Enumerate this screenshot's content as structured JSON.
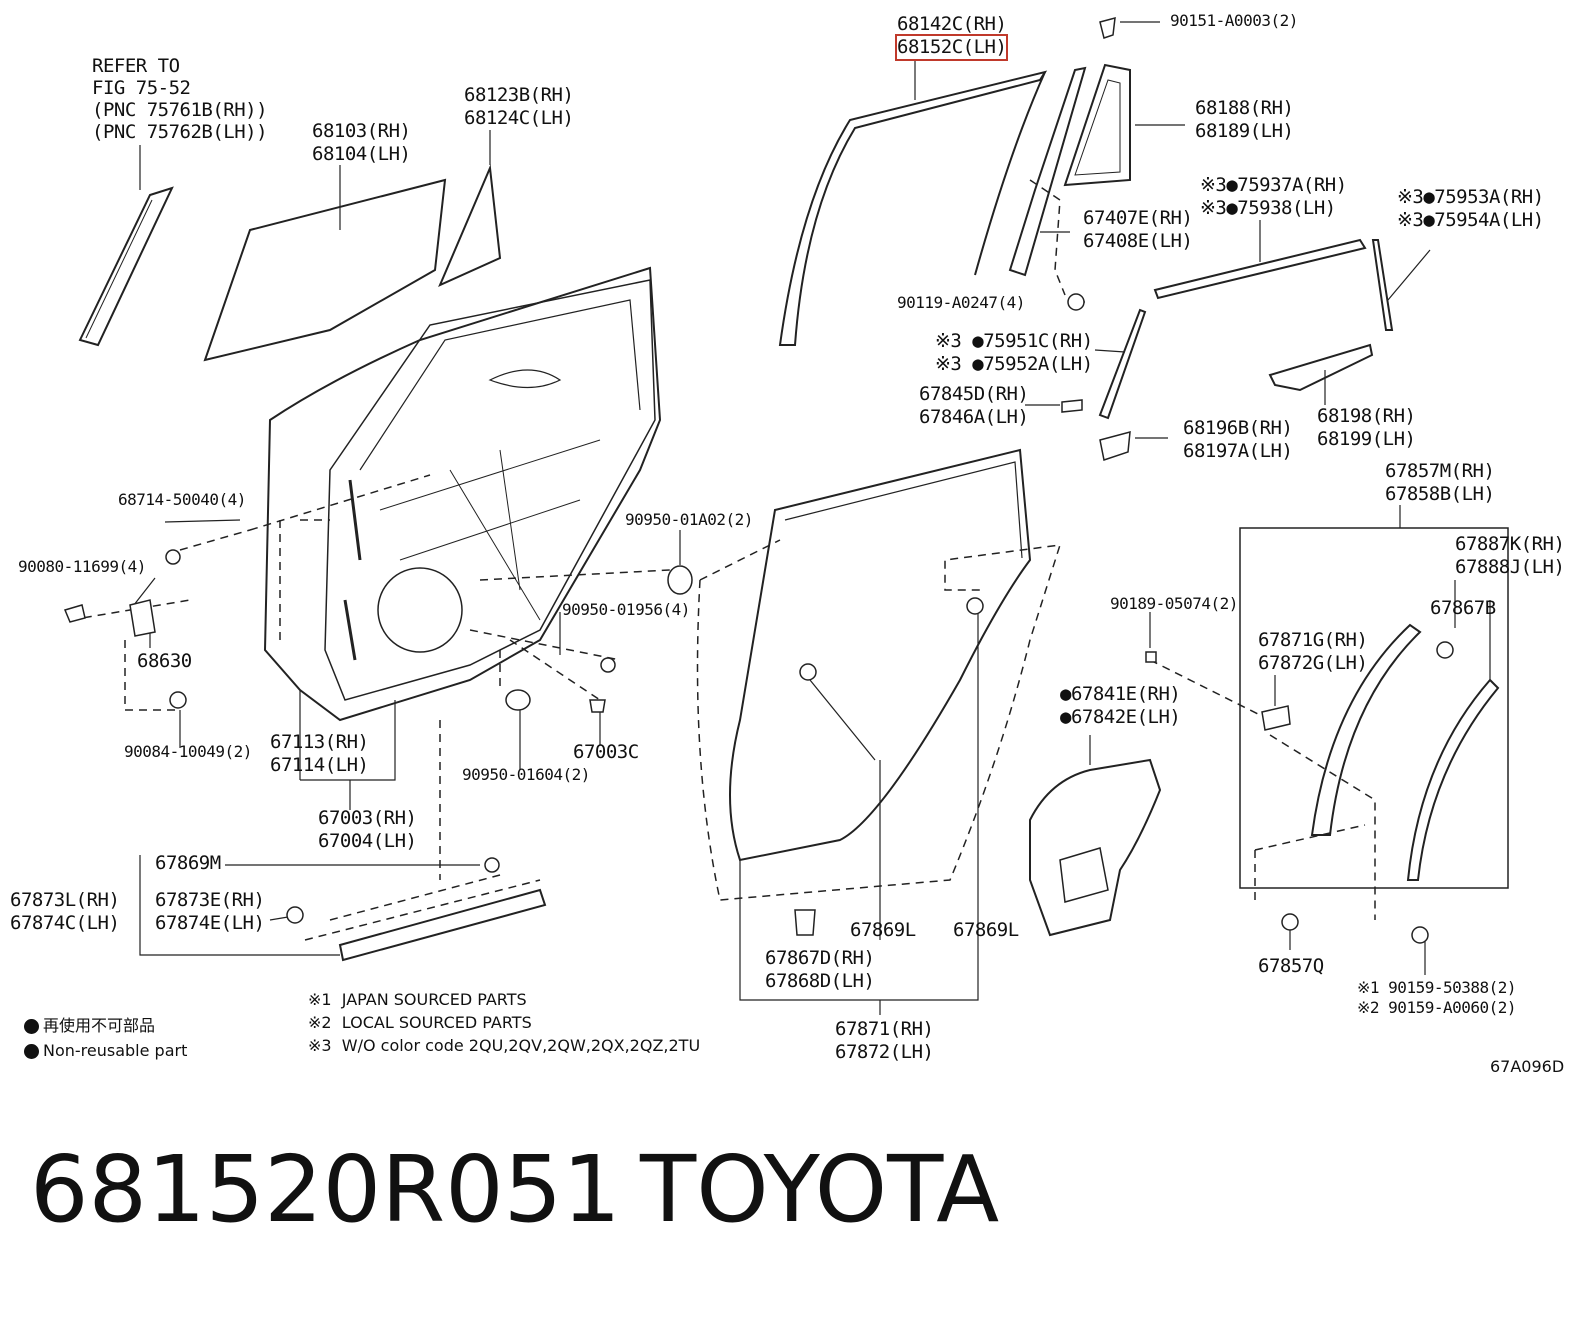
{
  "labels": {
    "refer_to": "REFER TO",
    "refer_fig": "FIG 75-52",
    "refer_pnc_rh": "(PNC 75761B(RH))",
    "refer_pnc_lh": "(PNC 75762B(LH))",
    "p68103": "68103(RH)",
    "p68104": "68104(LH)",
    "p68123": "68123B(RH)",
    "p68124": "68124C(LH)",
    "p68142": "68142C(RH)",
    "p68152": "68152C(LH)",
    "p90151": "90151-A0003(2)",
    "p68188": "68188(RH)",
    "p68189": "68189(LH)",
    "p67407": "67407E(RH)",
    "p67408": "67408E(LH)",
    "p90119": "90119-A0247(4)",
    "p75937": "※3●75937A(RH)",
    "p75938": "※3●75938(LH)",
    "p75953": "※3●75953A(RH)",
    "p75954": "※3●75954A(LH)",
    "p75951": "※3 ●75951C(RH)",
    "p75952": "※3 ●75952A(LH)",
    "p67845": "67845D(RH)",
    "p67846": "67846A(LH)",
    "p68196": "68196B(RH)",
    "p68197": "68197A(LH)",
    "p68198": "68198(RH)",
    "p68199": "68199(LH)",
    "p67857m": "67857M(RH)",
    "p67858": "67858B(LH)",
    "p67887": "67887K(RH)",
    "p67888": "67888J(LH)",
    "p67867b": "67867B",
    "p90189": "90189-05074(2)",
    "p67871g": "67871G(RH)",
    "p67872g": "67872G(LH)",
    "p67841": "●67841E(RH)",
    "p67842": "●67842E(LH)",
    "p68714": "68714-50040(4)",
    "p90080": "90080-11699(4)",
    "p68630": "68630",
    "p90084": "90084-10049(2)",
    "p90950a": "90950-01A02(2)",
    "p90950b": "90950-01956(4)",
    "p90950c": "90950-01604(2)",
    "p67003c": "67003C",
    "p67113": "67113(RH)",
    "p67114": "67114(LH)",
    "p67003": "67003(RH)",
    "p67004": "67004(LH)",
    "p67869m": "67869M",
    "p67873l": "67873L(RH)",
    "p67874c": "67874C(LH)",
    "p67873e": "67873E(RH)",
    "p67874e": "67874E(LH)",
    "p67869l_a": "67869L",
    "p67869l_b": "67869L",
    "p67867d": "67867D(RH)",
    "p67868d": "67868D(LH)",
    "p67871": "67871(RH)",
    "p67872": "67872(LH)",
    "p67857q": "67857Q",
    "p90159a": "※1 90159-50388(2)",
    "p90159b": "※2 90159-A0060(2)"
  },
  "notes": {
    "n1": "※1  JAPAN SOURCED PARTS",
    "n2": "※2  LOCAL SOURCED PARTS",
    "n3": "※3  W/O color code 2QU,2QV,2QW,2QX,2QZ,2TU",
    "legend_jp": "再使用不可部品",
    "legend_en": "Non-reusable part",
    "fig_code": "67A096D"
  },
  "footer": {
    "part_number": "681520R051",
    "brand": "TOYOTA"
  },
  "highlight_color": "#c0392b"
}
